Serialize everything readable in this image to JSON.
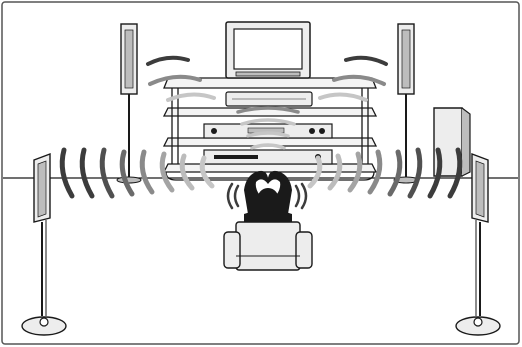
{
  "figure": {
    "subject": "surround-sound-speaker-setup",
    "elements": [
      "front-left-speaker",
      "front-right-speaker",
      "surround-left-speaker",
      "surround-right-speaker",
      "center-speaker",
      "subwoofer",
      "television",
      "av-rack",
      "listener",
      "armchair",
      "sound-waves"
    ]
  },
  "colors": {
    "frame": "#555555",
    "outline": "#1a1a1a",
    "fill_light": "#ededed",
    "fill_mid": "#bdbdbd",
    "wave_dark": "#3c3c3c",
    "wave_mid": "#8a8a8a",
    "wave_light": "#c6c6c6",
    "person": "#1a1a1a"
  }
}
